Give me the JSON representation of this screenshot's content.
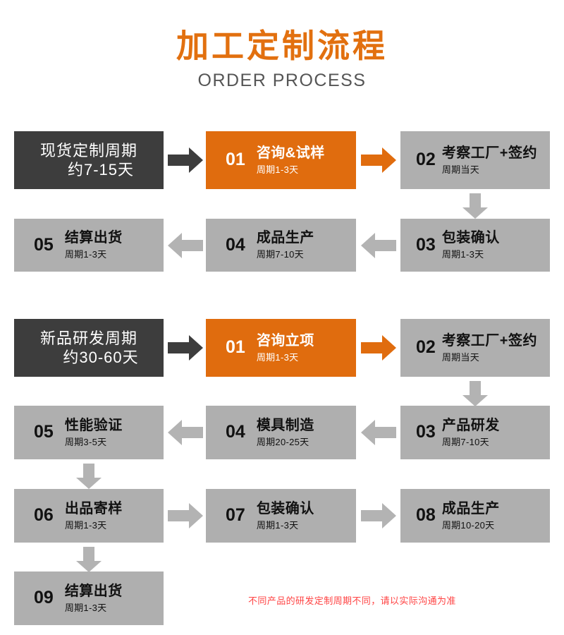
{
  "header": {
    "title_cn": "加工定制流程",
    "title_en": "ORDER PROCESS",
    "title_color": "#e2700f",
    "subtitle_color": "#555555"
  },
  "colors": {
    "dark": "#3d3d3d",
    "orange": "#e06c0e",
    "gray": "#afafaf",
    "arrow_dark": "#3d3d3d",
    "arrow_orange": "#e06c0e",
    "arrow_gray": "#b3b3b3",
    "note_red": "#ff4444"
  },
  "section_stock": {
    "period_box": {
      "line1": "现货定制周期",
      "line2": "约7-15天"
    },
    "steps": [
      {
        "num": "01",
        "label": "咨询&试样",
        "sub": "周期1-3天"
      },
      {
        "num": "02",
        "label": "考察工厂+签约",
        "sub": "周期当天"
      },
      {
        "num": "03",
        "label": "包装确认",
        "sub": "周期1-3天"
      },
      {
        "num": "04",
        "label": "成品生产",
        "sub": "周期7-10天"
      },
      {
        "num": "05",
        "label": "结算出货",
        "sub": "周期1-3天"
      }
    ]
  },
  "section_newproduct": {
    "period_box": {
      "line1": "新品研发周期",
      "line2": "约30-60天"
    },
    "steps": [
      {
        "num": "01",
        "label": "咨询立项",
        "sub": "周期1-3天"
      },
      {
        "num": "02",
        "label": "考察工厂+签约",
        "sub": "周期当天"
      },
      {
        "num": "03",
        "label": "产品研发",
        "sub": "周期7-10天"
      },
      {
        "num": "04",
        "label": "模具制造",
        "sub": "周期20-25天"
      },
      {
        "num": "05",
        "label": "性能验证",
        "sub": "周期3-5天"
      },
      {
        "num": "06",
        "label": "出品寄样",
        "sub": "周期1-3天"
      },
      {
        "num": "07",
        "label": "包装确认",
        "sub": "周期1-3天"
      },
      {
        "num": "08",
        "label": "成品生产",
        "sub": "周期10-20天"
      },
      {
        "num": "09",
        "label": "结算出货",
        "sub": "周期1-3天"
      }
    ]
  },
  "footnote": {
    "text": "不同产品的研发定制周期不同，请以实际沟通为准"
  },
  "icons": {
    "arrow_right": "arrow-right-icon",
    "arrow_left": "arrow-left-icon",
    "arrow_down": "arrow-down-icon"
  }
}
